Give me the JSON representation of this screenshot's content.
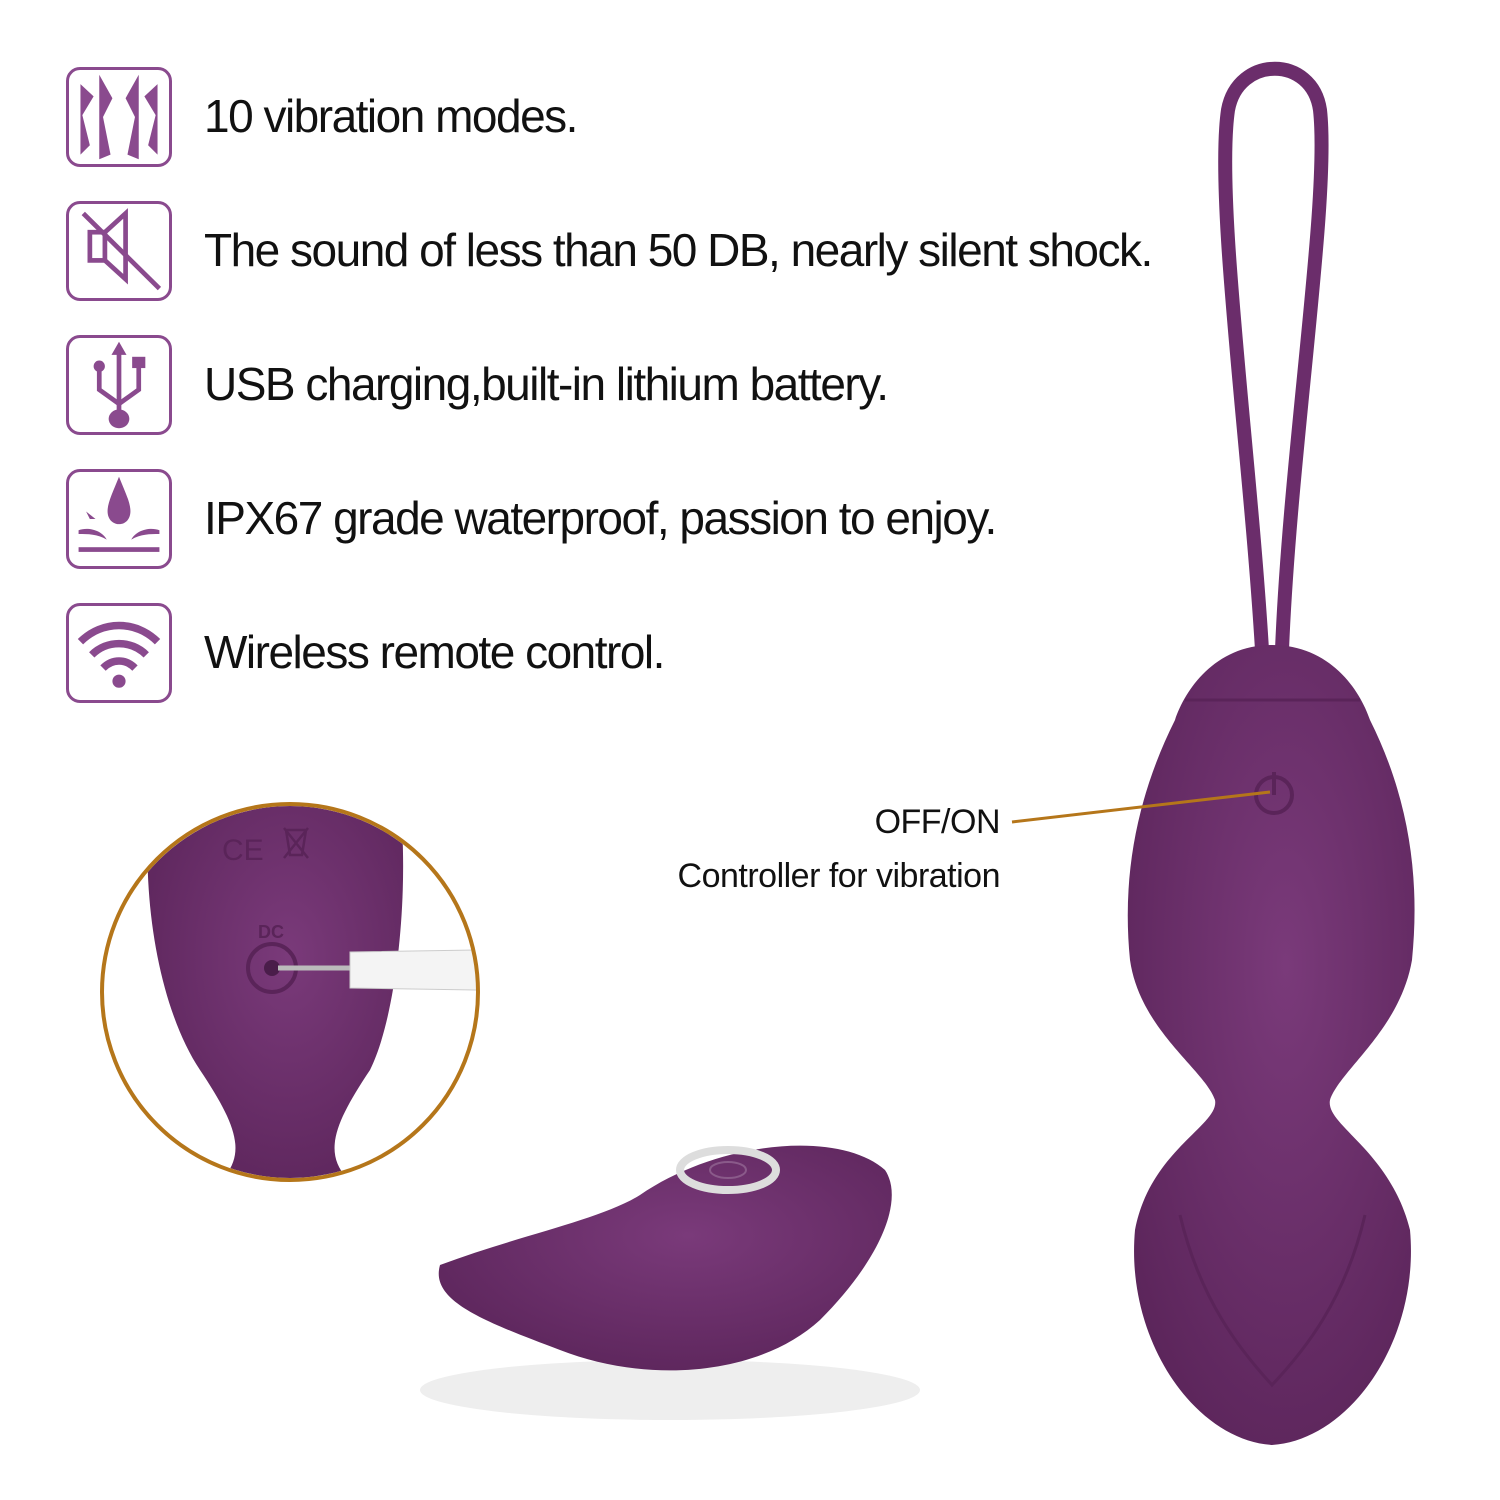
{
  "features": [
    {
      "icon": "vibration-icon",
      "text": "10 vibration modes."
    },
    {
      "icon": "mute-speaker-icon",
      "text": "The sound of less than 50 DB, nearly silent shock."
    },
    {
      "icon": "usb-icon",
      "text": "USB charging,built-in lithium battery."
    },
    {
      "icon": "water-drop-icon",
      "text": "IPX67 grade waterproof, passion to enjoy."
    },
    {
      "icon": "wifi-icon",
      "text": "Wireless remote control."
    }
  ],
  "callout": {
    "power_label": "OFF/ON",
    "controller_label": "Controller for vibration"
  },
  "inset": {
    "ce_mark": "CE",
    "port_label": "DC"
  },
  "colors": {
    "icon": "#8a4a8e",
    "product": "#6b2d6b",
    "accent_line": "#b5761a"
  }
}
